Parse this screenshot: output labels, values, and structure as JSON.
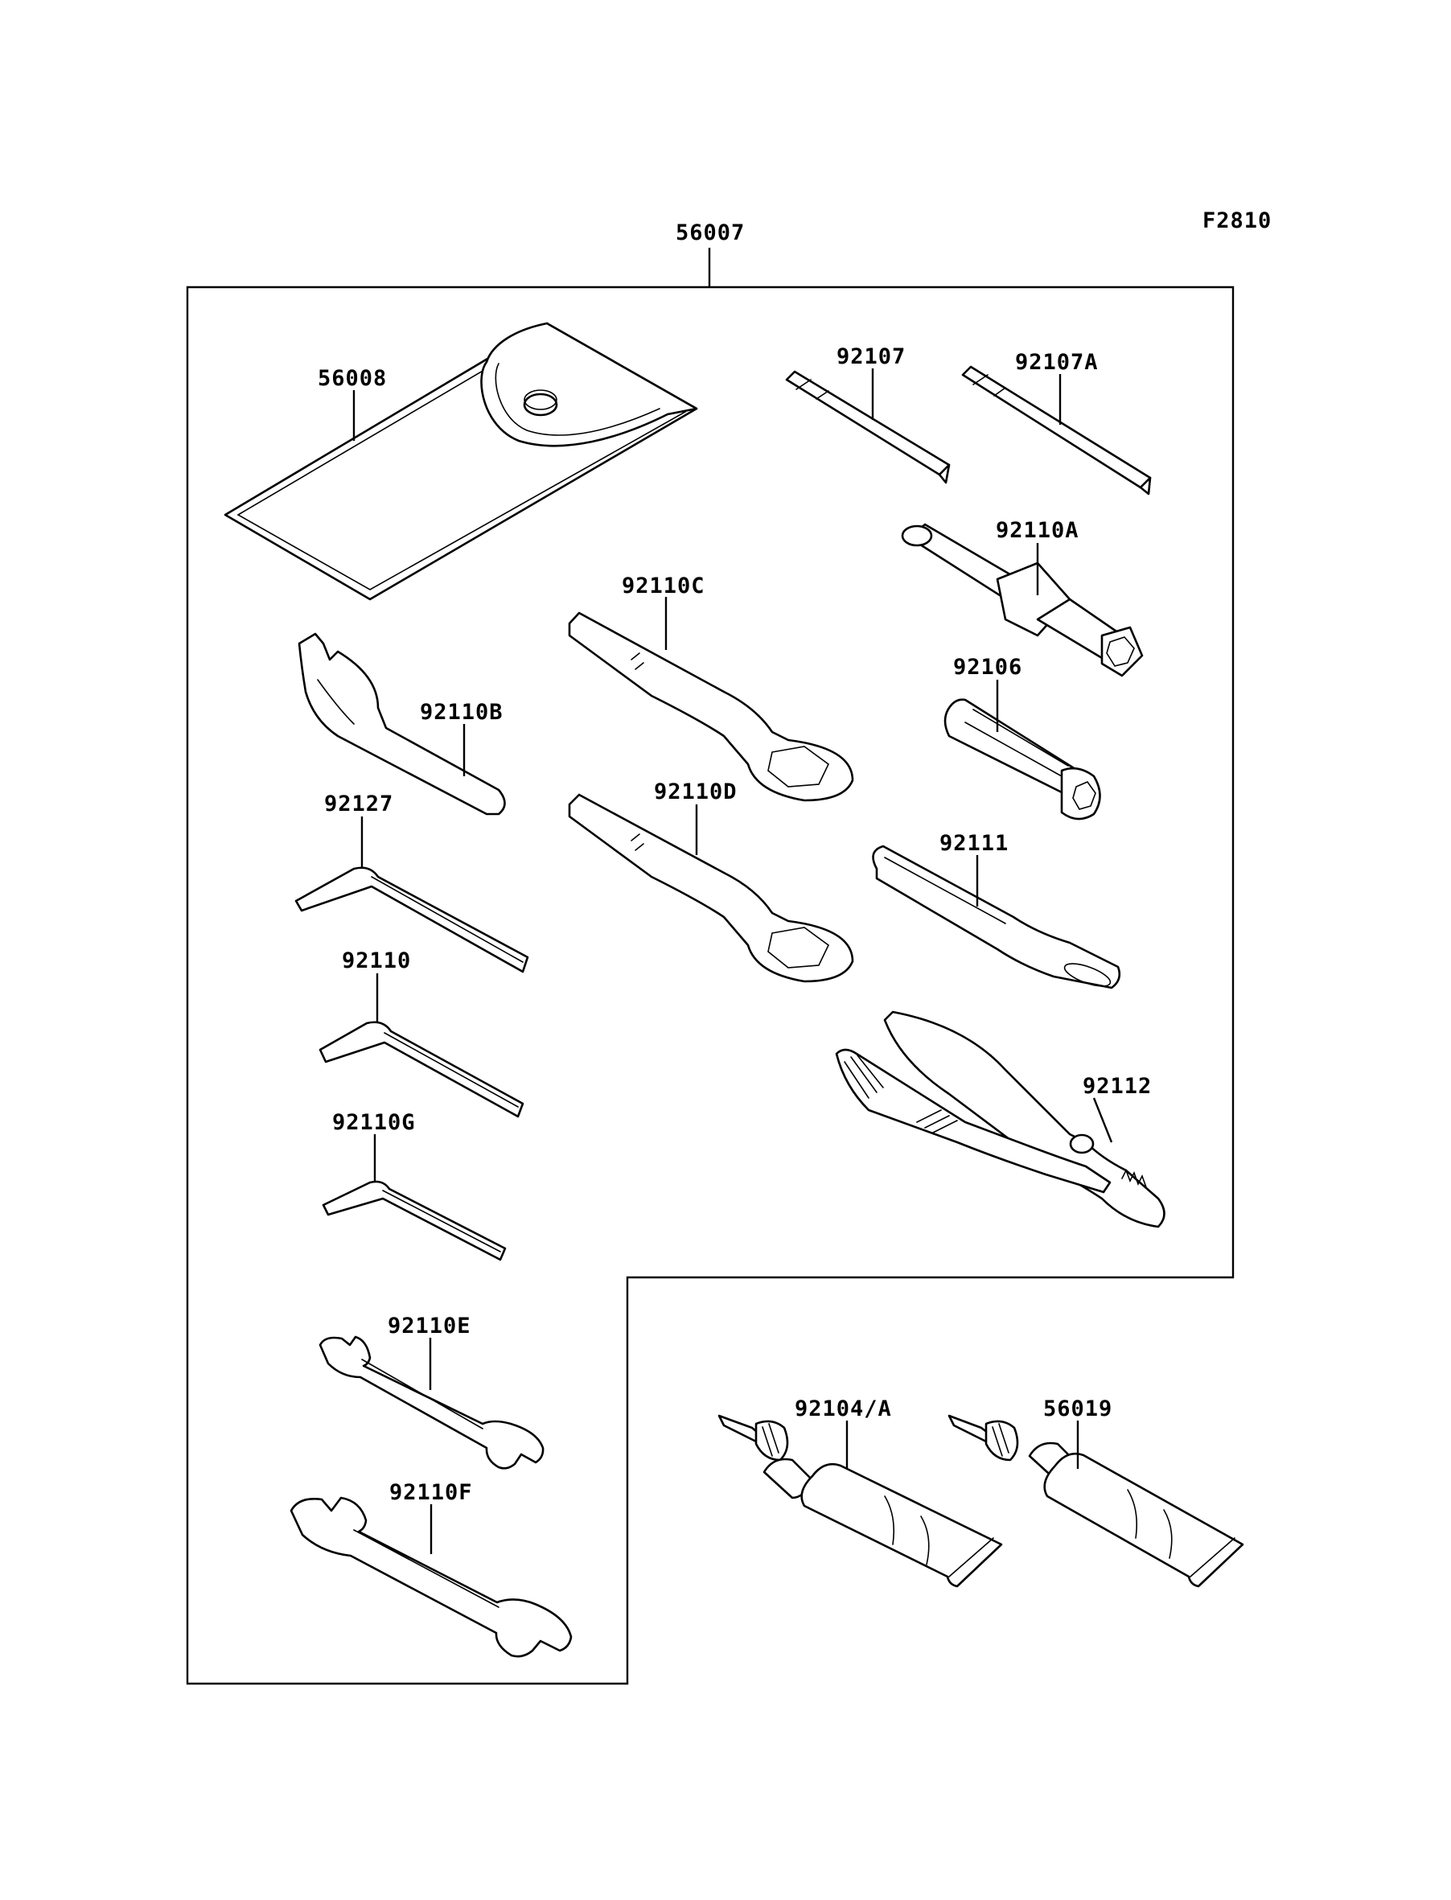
{
  "figure_code": "F2810",
  "callouts": {
    "kit": "56007",
    "case": "56008",
    "driver_bit_1": "92107",
    "driver_bit_2": "92107A",
    "box_wrench_a": "92110A",
    "box_wrench_c": "92110C",
    "spanner_b": "92110B",
    "socket": "92106",
    "ring_wrench_d": "92110D",
    "hex_wrench_1": "92127",
    "hex_wrench_2": "92110",
    "hex_wrench_3": "92110G",
    "handle": "92111",
    "pliers": "92112",
    "open_wrench_e": "92110E",
    "open_wrench_f": "92110F",
    "grease_tube_1": "92104/A",
    "grease_tube_2": "56019"
  }
}
